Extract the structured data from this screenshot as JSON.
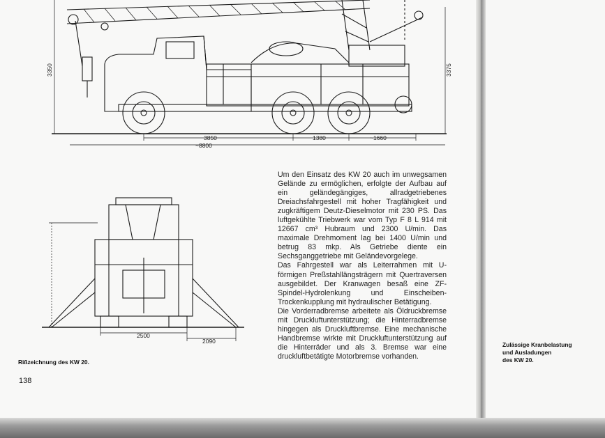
{
  "drawing_top": {
    "dim_height_left": "3350",
    "dim_height_right": "3375",
    "dim_a": "3850",
    "dim_b": "1380",
    "dim_c": "~1660",
    "dim_total": "~8800"
  },
  "drawing_front": {
    "dim_track": "2500",
    "dim_outrigger": "2090"
  },
  "body_paragraphs": [
    "Um den Einsatz des KW 20 auch im unwegsamen Gelände zu ermöglichen, erfolgte der Aufbau auf ein geländegängiges, allradgetriebenes Dreiachsfahrgestell mit hoher Tragfähigkeit und zugkräftigem Deutz-Dieselmotor mit 230 PS. Das luftgekühlte Triebwerk war vom Typ F 8 L 914 mit 12667 cm³ Hubraum und 2300 U/min. Das maximale Drehmoment lag bei 1400 U/min und betrug 83 mkp. Als Getriebe diente ein Sechsganggetriebe mit Geländevorgelege.",
    "Das Fahrgestell war als Leiterrahmen mit U-förmigen Preßstahllängsträgern mit Quertraversen ausgebildet. Der Kranwagen besaß eine ZF-Spindel-Hydrolenkung und Einscheiben-Trockenkupplung mit hydraulischer Betätigung.",
    "Die Vorderradbremse arbeitete als Öldruckbremse mit Druckluftunterstützung; die Hinterradbremse hingegen als Druckluftbremse. Eine mechanische Handbremse wirkte mit Druckluftunterstützung auf die Hinterräder und als 3. Bremse war eine druckluftbetätigte Motorbremse vorhanden."
  ],
  "caption_left": "Rißzeichnung des KW 20.",
  "caption_right": [
    "Zulässige Kranbelastung",
    "und Ausladungen",
    "des KW 20."
  ],
  "page_number": "138"
}
